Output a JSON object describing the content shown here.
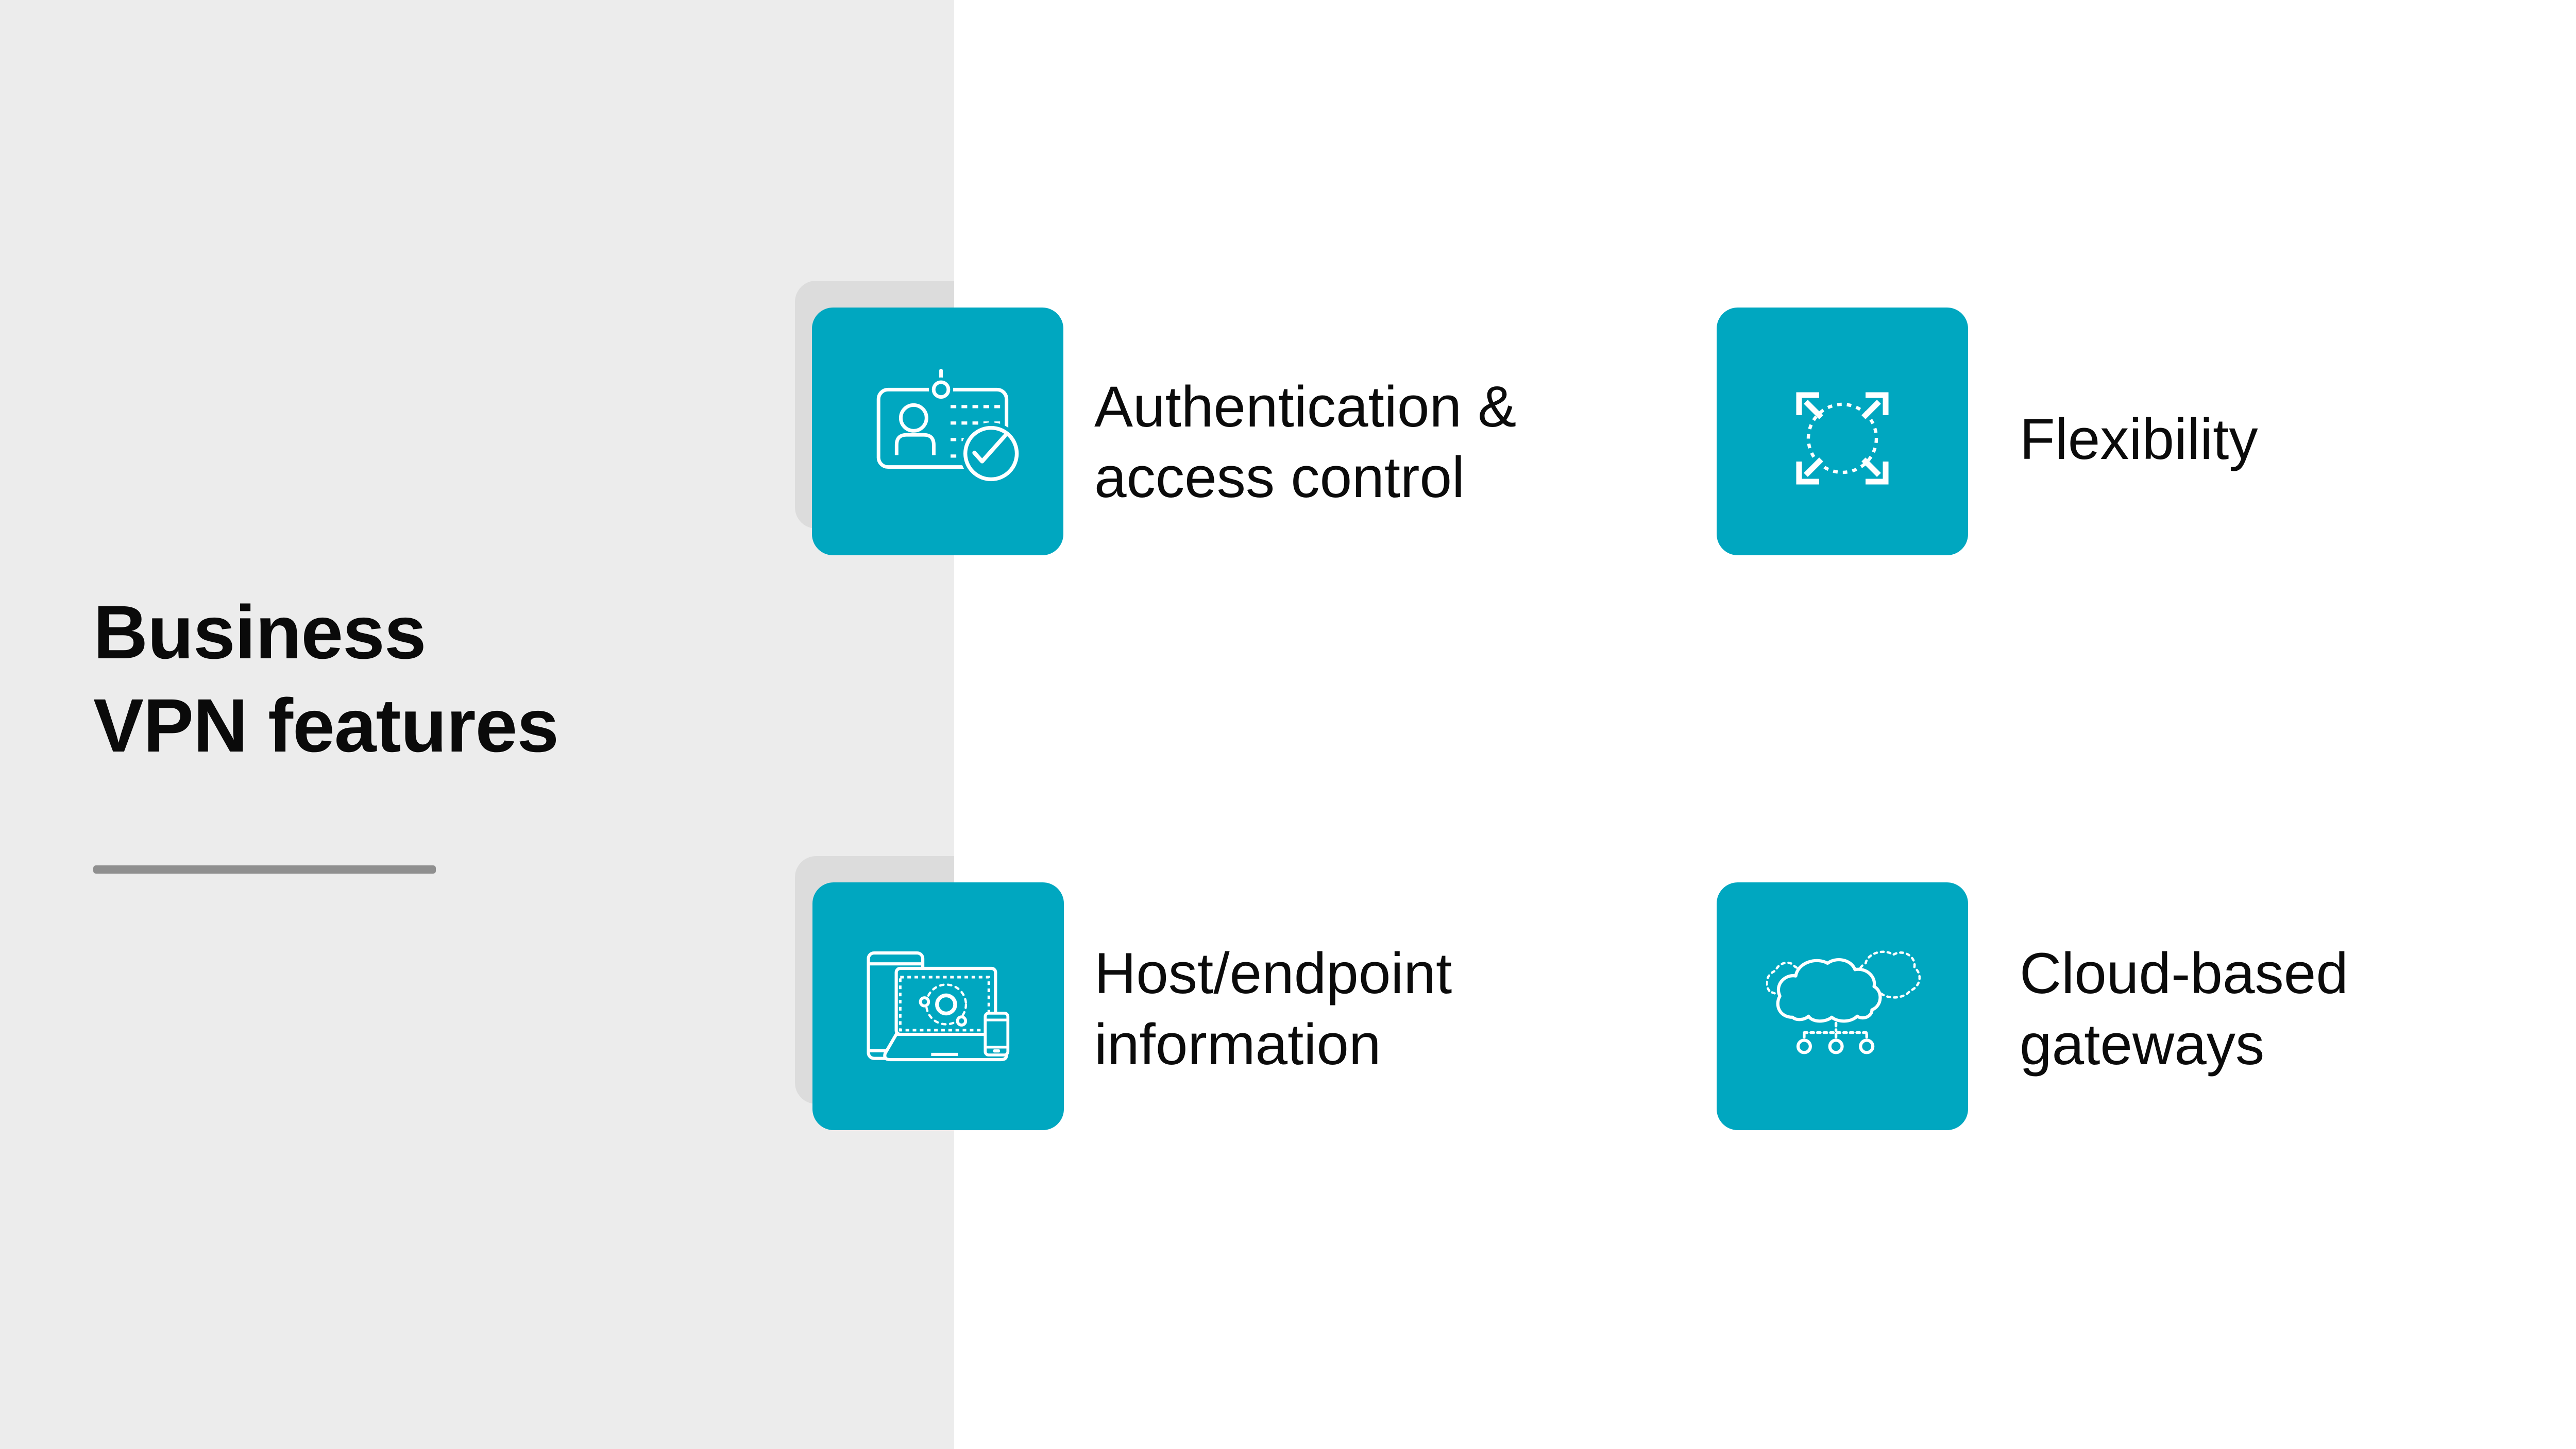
{
  "slide": {
    "title_lines": [
      "Business",
      "VPN features"
    ],
    "colors": {
      "accent_teal": "#00a7c0",
      "panel_gray": "#ececec",
      "card_shadow_gray": "#dcdcdc",
      "rule_gray": "#8f8f8f",
      "text_black": "#0b0b0b",
      "icon_stroke": "#ffffff"
    }
  },
  "features": [
    {
      "id": "authentication",
      "icon": "id-badge-check-icon",
      "lines": [
        "Authentication &",
        "access control"
      ]
    },
    {
      "id": "flexibility",
      "icon": "expand-arrows-icon",
      "lines": [
        "Flexibility"
      ]
    },
    {
      "id": "host-endpoint",
      "icon": "devices-endpoint-icon",
      "lines": [
        "Host/endpoint",
        "information"
      ]
    },
    {
      "id": "cloud-gateways",
      "icon": "cloud-gateways-icon",
      "lines": [
        "Cloud-based",
        "gateways"
      ]
    }
  ]
}
